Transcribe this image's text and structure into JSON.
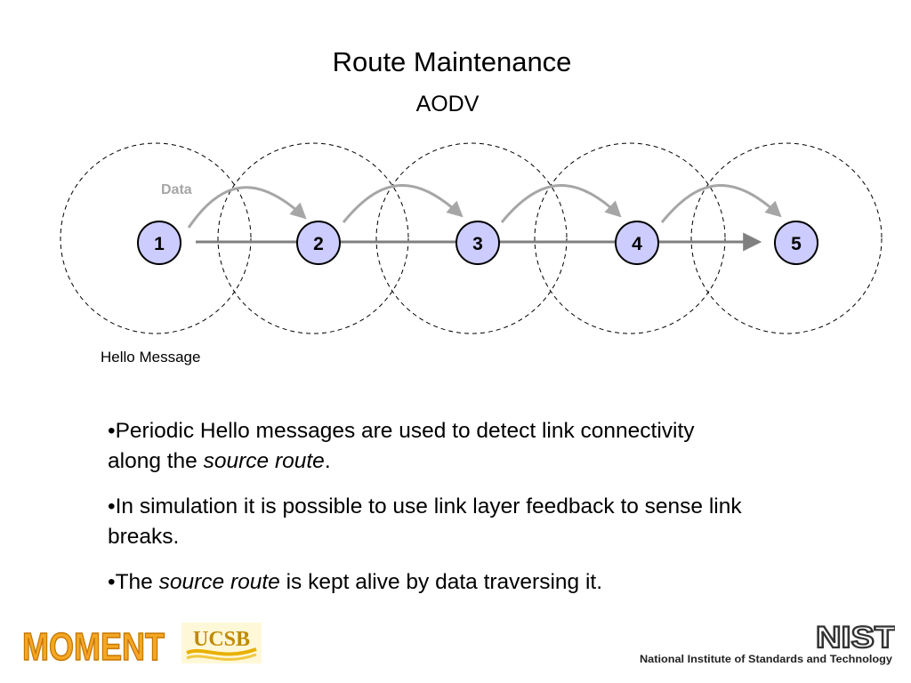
{
  "title": "Route Maintenance",
  "subtitle": "AODV",
  "diagram": {
    "hello_label": "Hello Message",
    "data_label": "Data",
    "nodes": [
      "1",
      "2",
      "3",
      "4",
      "5"
    ]
  },
  "bullets": [
    {
      "before": "•Periodic Hello messages are used to detect link connectivity along the ",
      "italic": "source route",
      "after": "."
    },
    {
      "before": "•In simulation it is possible to use link layer feedback to sense link breaks.",
      "italic": "",
      "after": ""
    },
    {
      "before": "•The ",
      "italic": "source route",
      "after": " is kept alive by data traversing it."
    }
  ],
  "logos": {
    "moment": "MOMENT",
    "ucsb": "UCSB",
    "nist": "NIST",
    "nist_full": "National Institute of Standards and Technology"
  },
  "colors": {
    "node_fill": "#ccccff",
    "arrow_gray": "#808080",
    "data_gray": "#a6a6a6",
    "moment_orange": "#f5a623",
    "ucsb_gold": "#e8b000"
  }
}
